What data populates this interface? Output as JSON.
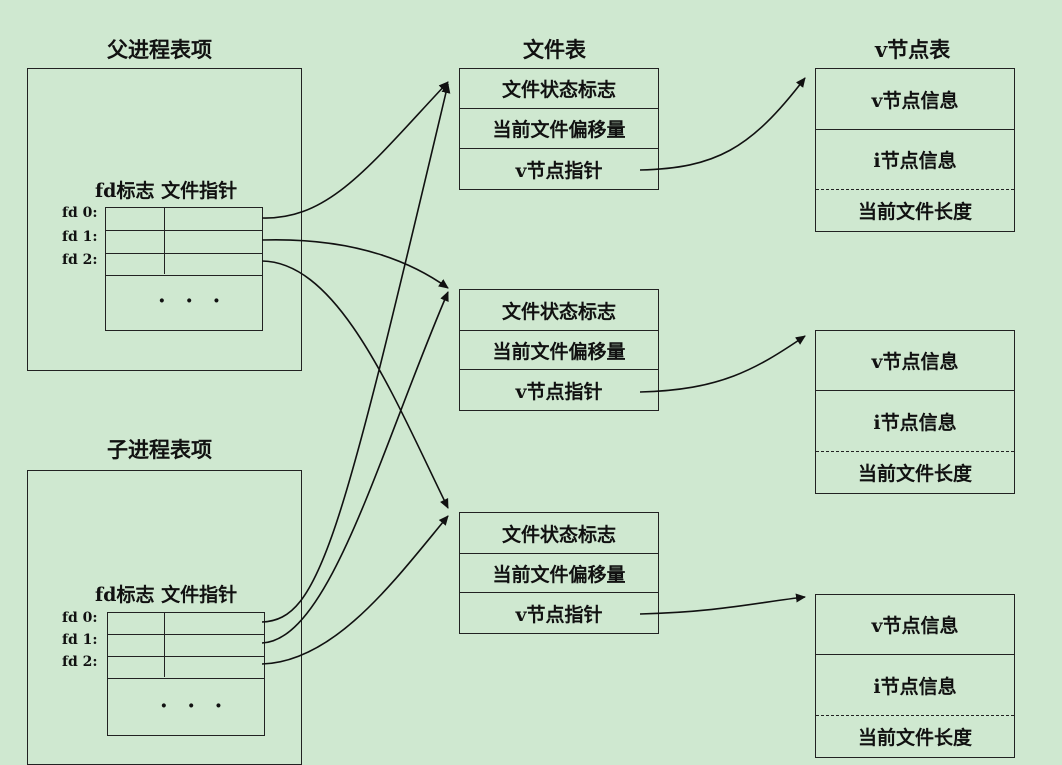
{
  "parent": {
    "title": "父进程表项",
    "header": "fd标志  文件指针",
    "fd_labels": [
      "fd 0:",
      "fd 1:",
      "fd 2:"
    ],
    "ellipsis": "· · ·"
  },
  "child": {
    "title": "子进程表项",
    "header": "fd标志  文件指针",
    "fd_labels": [
      "fd 0:",
      "fd 1:",
      "fd 2:"
    ],
    "ellipsis": "· · ·"
  },
  "file_table": {
    "title": "文件表",
    "entries": [
      {
        "status": "文件状态标志",
        "offset": "当前文件偏移量",
        "vptr": "v节点指针"
      },
      {
        "status": "文件状态标志",
        "offset": "当前文件偏移量",
        "vptr": "v节点指针"
      },
      {
        "status": "文件状态标志",
        "offset": "当前文件偏移量",
        "vptr": "v节点指针"
      }
    ]
  },
  "vnode_table": {
    "title": "v节点表",
    "entries": [
      {
        "vinfo": "v节点信息",
        "iinfo": "i节点信息",
        "length": "当前文件长度"
      },
      {
        "vinfo": "v节点信息",
        "iinfo": "i节点信息",
        "length": "当前文件长度"
      },
      {
        "vinfo": "v节点信息",
        "iinfo": "i节点信息",
        "length": "当前文件长度"
      }
    ]
  },
  "colors": {
    "background": "#cfe8d0",
    "ink": "#111111"
  }
}
